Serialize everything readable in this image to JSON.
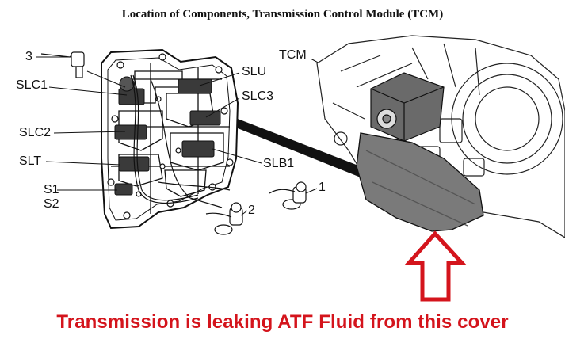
{
  "title": "Location of Components, Transmission Control Module (TCM)",
  "labels": {
    "n3": "3",
    "slc1": "SLC1",
    "slc2": "SLC2",
    "slt": "SLT",
    "s1": "S1",
    "s2": "S2",
    "slu": "SLU",
    "slc3": "SLC3",
    "slb1": "SLB1",
    "n1": "1",
    "n2": "2",
    "tcm": "TCM"
  },
  "caption": "Transmission is leaking ATF Fluid from this cover",
  "colors": {
    "caption": "#d4141c",
    "arrow": "#d4141c",
    "line": "#111111",
    "pan": "#7a7a7a",
    "solenoid": "#3a3a3a"
  }
}
